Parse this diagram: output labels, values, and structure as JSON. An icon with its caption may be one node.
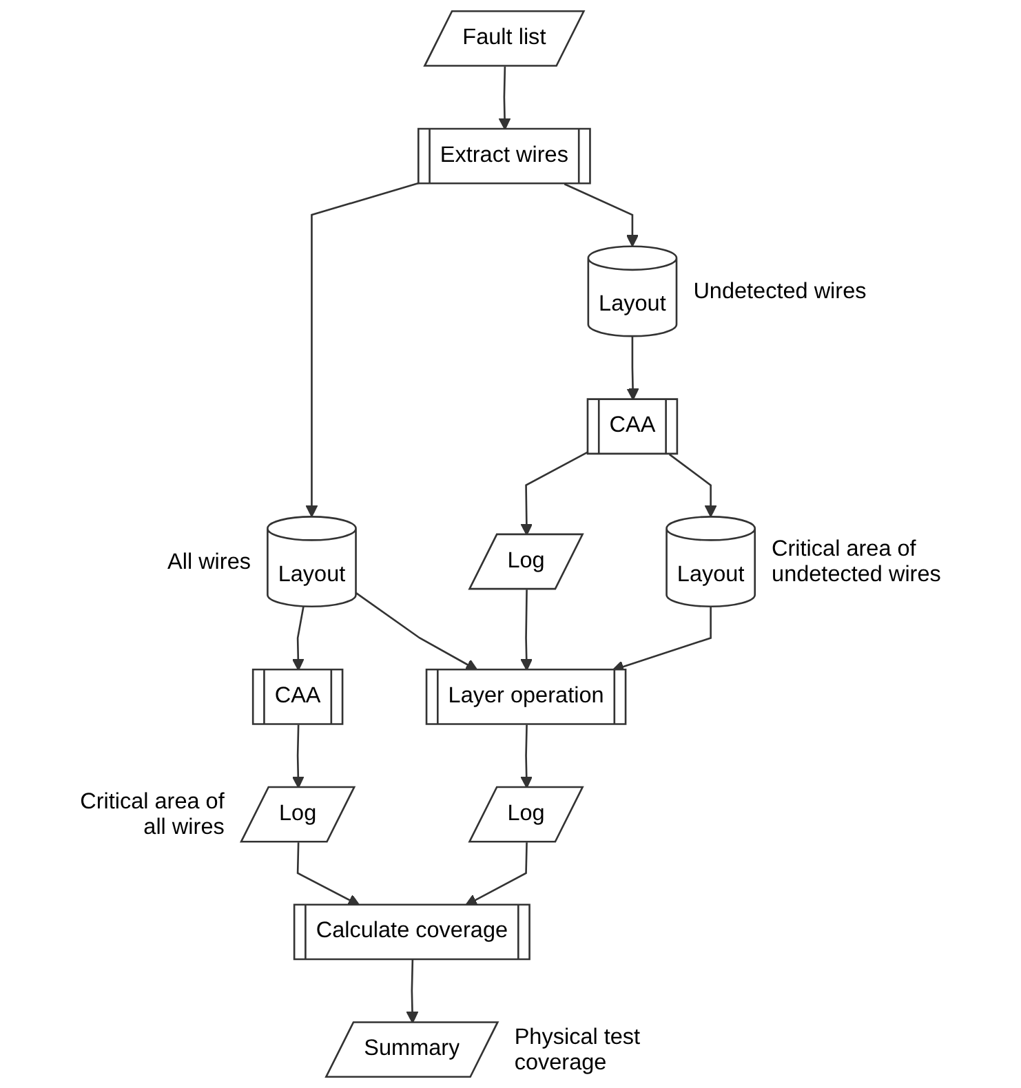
{
  "diagram": {
    "nodes": [
      {
        "text": [
          "Fault list"
        ]
      },
      {
        "text": [
          "Extract wires"
        ]
      },
      {
        "text": [
          "Layout"
        ],
        "beside": [
          "All wires"
        ]
      },
      {
        "text": [
          "Layout"
        ],
        "beside": [
          "Undetected wires"
        ]
      },
      {
        "text": [
          "CAA"
        ]
      },
      {
        "text": [
          "CAA"
        ]
      },
      {
        "text": [
          "Log"
        ],
        "beside": [
          "Critical area of all wires"
        ]
      },
      {
        "text": [
          "Log"
        ]
      },
      {
        "text": [
          "Layout"
        ],
        "beside": [
          "Critical area of undetected wires"
        ]
      },
      {
        "text": [
          "Layer operation"
        ]
      },
      {
        "text": [
          "Log"
        ]
      },
      {
        "text": [
          "Calculate coverage"
        ]
      },
      {
        "text": [
          "Summary"
        ],
        "beside": [
          "Physical test coverage"
        ]
      }
    ],
    "edges": [
      {
        "from": 0,
        "to": 1,
        "arrow": "to"
      },
      {
        "from": 1,
        "to": 2,
        "arrow": "to"
      },
      {
        "from": 1,
        "to": 3,
        "arrow": "to"
      },
      {
        "from": 2,
        "to": 4,
        "arrow": "to"
      },
      {
        "from": 3,
        "to": 5,
        "arrow": "to"
      },
      {
        "from": 4,
        "to": 6,
        "arrow": "to"
      },
      {
        "from": 5,
        "to": 7,
        "arrow": "to"
      },
      {
        "from": 5,
        "to": 8,
        "arrow": "to"
      },
      {
        "from": 2,
        "to": 9,
        "arrow": "to"
      },
      {
        "from": 7,
        "to": 9,
        "arrow": "to"
      },
      {
        "from": 8,
        "to": 9,
        "arrow": "to"
      },
      {
        "from": 9,
        "to": 10,
        "arrow": "to"
      },
      {
        "from": 6,
        "to": 11,
        "arrow": "to"
      },
      {
        "from": 10,
        "to": 11,
        "arrow": "to"
      },
      {
        "from": 11,
        "to": 12,
        "arrow": "to"
      }
    ]
  }
}
